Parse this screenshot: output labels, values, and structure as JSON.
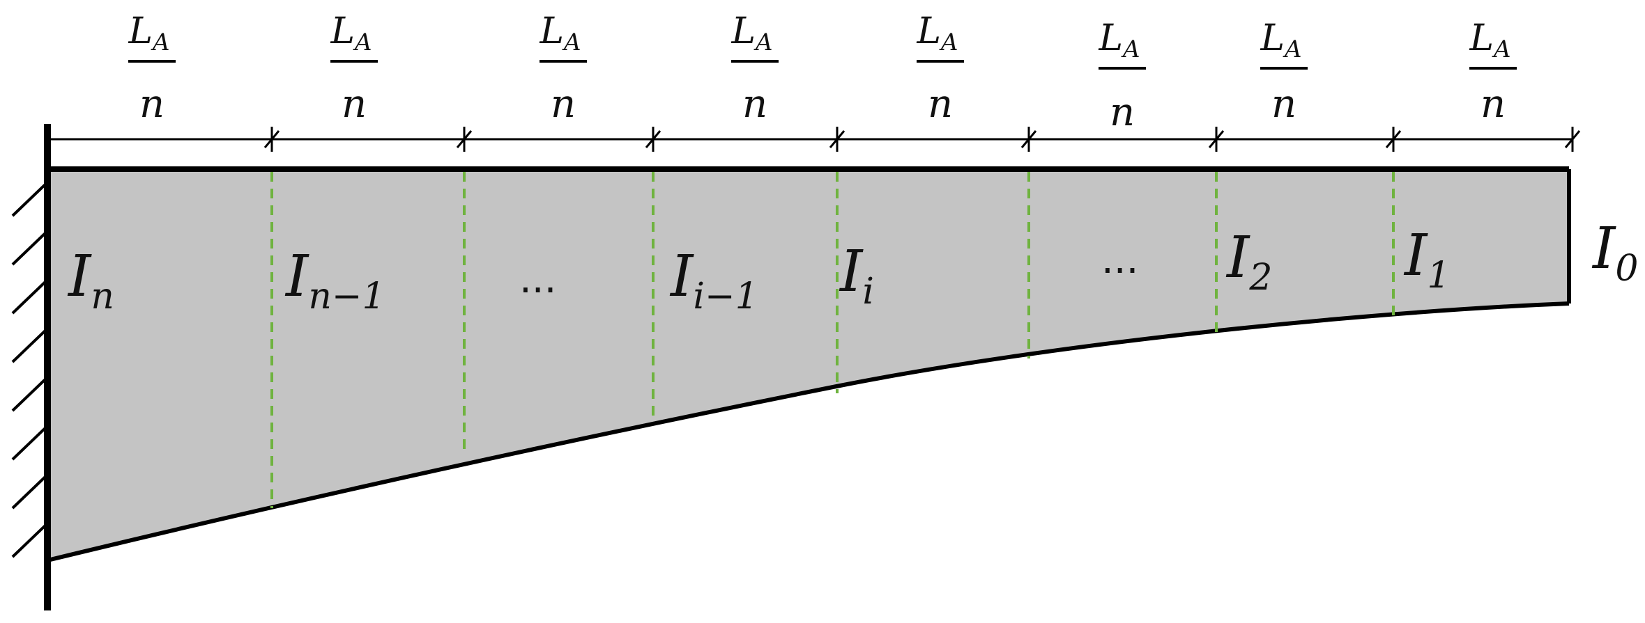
{
  "dimension_labels": [
    {
      "numerator": "L",
      "numerator_sub": "A",
      "denominator": "n"
    },
    {
      "numerator": "L",
      "numerator_sub": "A",
      "denominator": "n"
    },
    {
      "numerator": "L",
      "numerator_sub": "A",
      "denominator": "n"
    },
    {
      "numerator": "L",
      "numerator_sub": "A",
      "denominator": "n"
    },
    {
      "numerator": "L",
      "numerator_sub": "A",
      "denominator": "n"
    },
    {
      "numerator": "L",
      "numerator_sub": "A",
      "denominator": "n"
    },
    {
      "numerator": "L",
      "numerator_sub": "A",
      "denominator": "n"
    },
    {
      "numerator": "L",
      "numerator_sub": "A",
      "denominator": "n"
    }
  ],
  "segment_labels": [
    {
      "base": "I",
      "sub": "n"
    },
    {
      "base": "I",
      "sub": "n−1"
    },
    {
      "ellipsis": "..."
    },
    {
      "base": "I",
      "sub": "i−1"
    },
    {
      "base": "I",
      "sub": "i"
    },
    {
      "ellipsis": "..."
    },
    {
      "base": "I",
      "sub": "2"
    },
    {
      "base": "I",
      "sub": "1"
    }
  ],
  "end_label": {
    "base": "I",
    "sub": "0"
  },
  "colors": {
    "beam_fill": "#c4c4c4",
    "outline": "#000000",
    "divider": "#6fb33f",
    "text": "#111111"
  }
}
